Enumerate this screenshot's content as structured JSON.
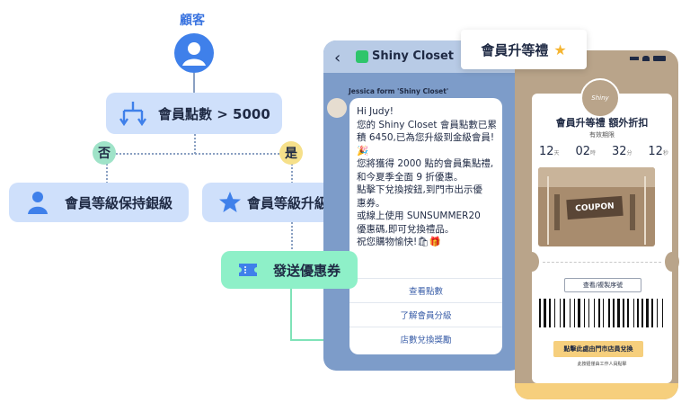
{
  "flow": {
    "customer_label": "顧客",
    "points_node": "會員點數 > 5000",
    "no_label": "否",
    "yes_label": "是",
    "keep_silver": "會員等級保持銀級",
    "upgrade_gold": "會員等級升級到金級",
    "send_coupon": "發送優惠券"
  },
  "chat": {
    "app_name": "Shiny Closet",
    "sender_line": "Jessica form 'Shiny Closet'",
    "message_lines": [
      "Hi Judy!",
      "您的 Shiny Closet 會員點數已累",
      "積 6450,已為您升級到金級會員!",
      "🎉",
      "",
      "您將獲得 2000 點的會員集點禮,",
      "和今夏季全面 9 折優惠。",
      "",
      "點擊下兌換按鈕,到門市出示優",
      "惠券。",
      "或線上使用 SUNSUMMER20",
      "優惠碼,即可兌換禮品。",
      "祝您購物愉快!🛍🎁"
    ],
    "buttons": [
      "查看點數",
      "了解會員分級",
      "店數兌換獎勵"
    ]
  },
  "tag": {
    "label": "會員升等禮",
    "star": "★"
  },
  "coupon": {
    "logo_text": "Shiny",
    "title": "會員升等禮 額外折扣",
    "validity_label": "有效期限",
    "countdown": [
      {
        "value": "12",
        "unit": "天"
      },
      {
        "value": "02",
        "unit": "時"
      },
      {
        "value": "32",
        "unit": "分"
      },
      {
        "value": "12",
        "unit": "秒"
      }
    ],
    "image_word": "COUPON",
    "copy_button": "查看/複製序號",
    "redeem_button": "點擊此處由門市店員兌換",
    "staff_note": "此按鈕僅由工作人員點擊",
    "colors": {
      "accent": "#f6cf7d",
      "brand_bg": "#b9a48a"
    }
  }
}
